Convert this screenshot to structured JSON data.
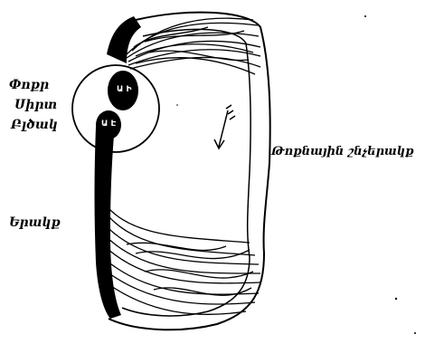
{
  "labels": {
    "small_circle_line1": "Փոքր",
    "small_circle_line2": "Սիրտ",
    "small_circle_line3": "Բլծակ",
    "veins": "Երակք",
    "pulmonary_circulation": "Թոքնային շնչերակք"
  },
  "heart_tags": {
    "upper": "Ա Ի",
    "lower": "Ա Է"
  },
  "colors": {
    "ink": "#000000",
    "paper": "#ffffff"
  }
}
